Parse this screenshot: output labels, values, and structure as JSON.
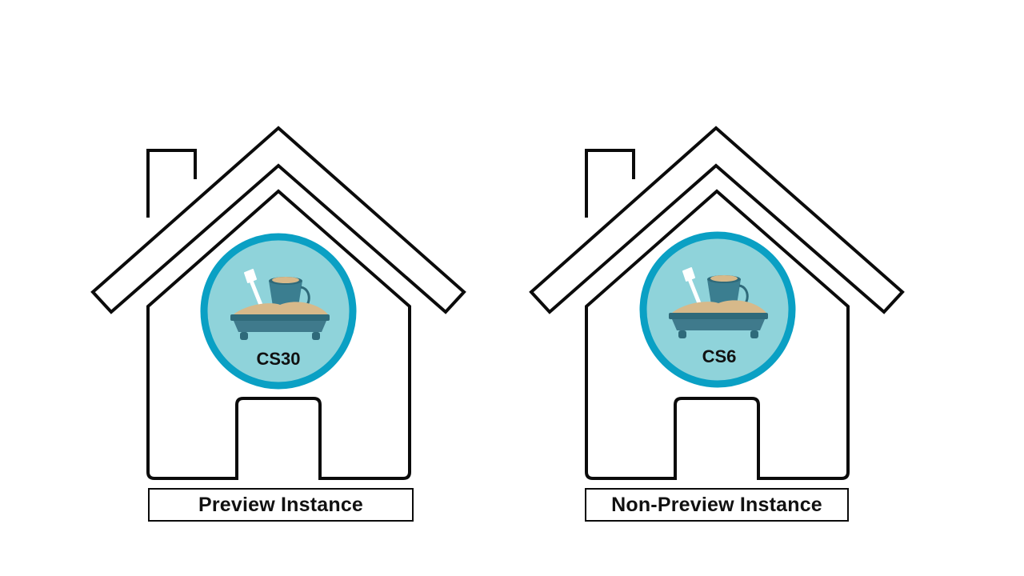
{
  "houses": [
    {
      "sandbox_code": "CS30",
      "label": "Preview Instance",
      "icon": "sandbox-icon"
    },
    {
      "sandbox_code": "CS6",
      "label": "Non-Preview Instance",
      "icon": "sandbox-icon"
    }
  ],
  "colors": {
    "outline": "#0b0b0b",
    "badge_ring": "#0aa0c4",
    "badge_fill": "#8fd3da",
    "tray": "#3f7a8c",
    "bucket": "#3b7e90",
    "sand": "#d7b98a"
  }
}
